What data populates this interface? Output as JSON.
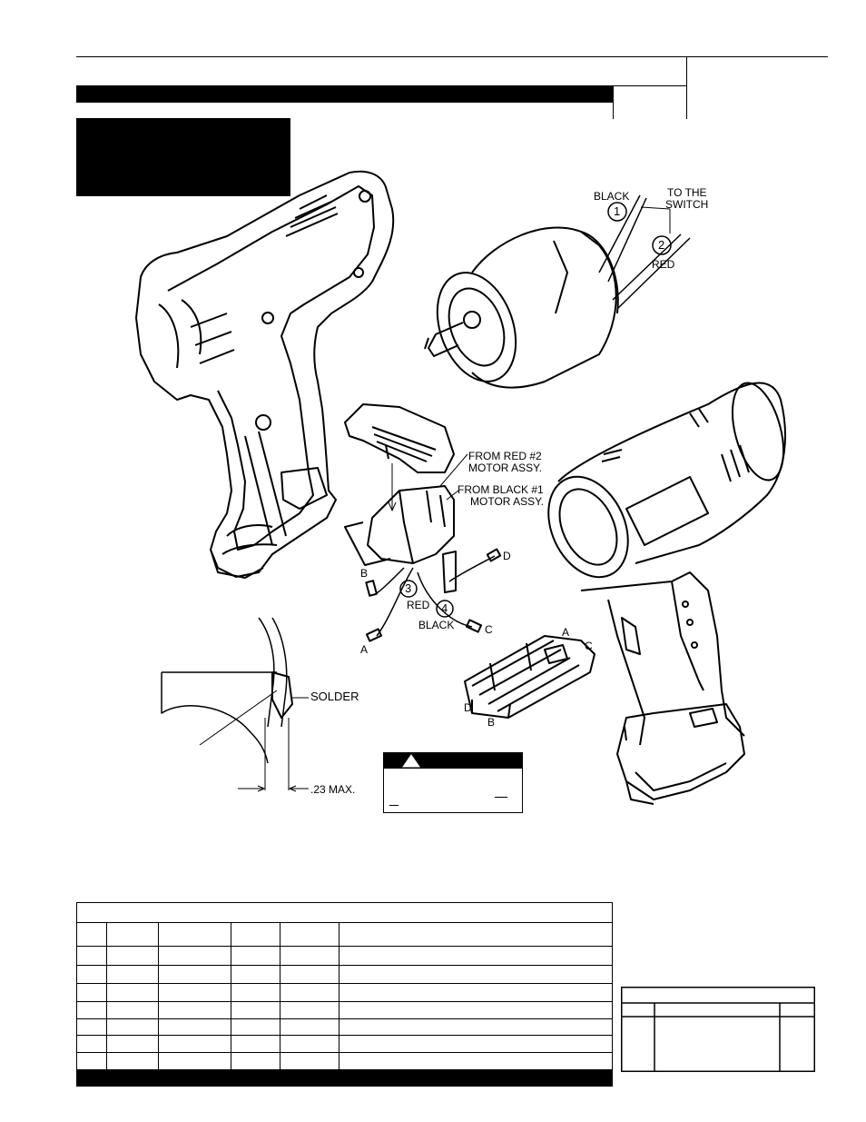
{
  "diagram": {
    "motor_labels": {
      "black": "BLACK",
      "to_the": "TO THE",
      "switch": "SWITCH",
      "red": "RED",
      "num1": "1",
      "num2": "2"
    },
    "switch_labels": {
      "from_red": "FROM RED #2",
      "motor_assy_1": "MOTOR ASSY.",
      "from_black": "FROM BLACK #1",
      "motor_assy_2": "MOTOR ASSY.",
      "red": "RED",
      "black": "BLACK",
      "num3": "3",
      "num4": "4",
      "a": "A",
      "b": "B",
      "c": "C",
      "d": "D"
    },
    "block_labels": {
      "a": "A",
      "b": "B",
      "c": "C",
      "d": "D"
    },
    "solder_labels": {
      "solder": "SOLDER",
      "max": ".23 MAX."
    }
  },
  "parts_table": {
    "rows": 7
  },
  "side_table": {
    "rows": 1
  }
}
